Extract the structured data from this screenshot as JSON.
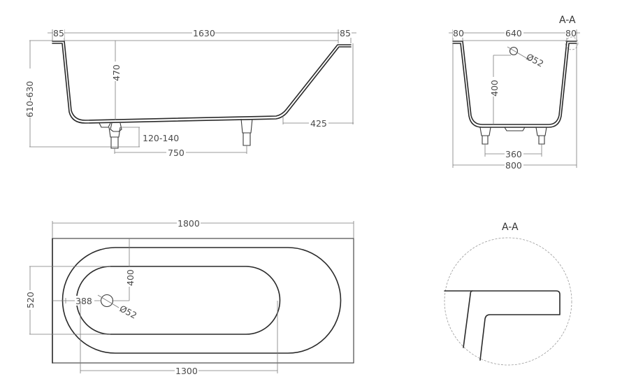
{
  "drawing": {
    "type": "bathtub technical dimension drawing",
    "views": {
      "side_view": {
        "dims": {
          "rim_left": "85",
          "inner_length": "1630",
          "rim_right": "85",
          "total_height": "610-630",
          "depth": "470",
          "leg_height": "120-140",
          "leg_spacing": "750",
          "slope_offset": "425"
        }
      },
      "section_view": {
        "title": "A-A",
        "dims": {
          "rim_left": "80",
          "inner_width": "640",
          "rim_right": "80",
          "overflow_height": "400",
          "overflow_diameter": "Ø52",
          "leg_spacing": "360",
          "total_width": "800"
        }
      },
      "top_view": {
        "dims": {
          "total_length": "1800",
          "inner_width": "520",
          "drain_to_rim": "400",
          "drain_offset": "388",
          "drain_diameter": "Ø52",
          "inner_length": "1300"
        }
      },
      "detail_view": {
        "title": "A-A"
      }
    },
    "colors": {
      "outline": "#2a2a2a",
      "dimension": "#7a7a7a",
      "text": "#4a4a4a"
    }
  }
}
